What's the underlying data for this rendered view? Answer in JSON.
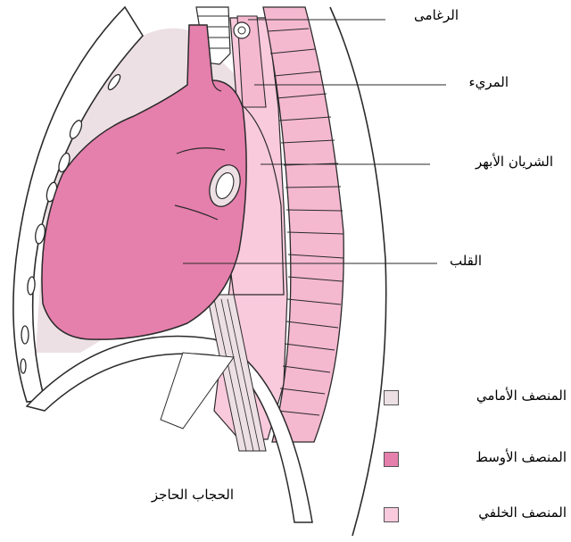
{
  "labels": {
    "trachea": "الرغامى",
    "esophagus": "المريء",
    "aorta": "الشريان الأبهر",
    "heart": "القلب",
    "diaphragm": "الحجاب الحاجز"
  },
  "legend": [
    {
      "label": "المنصف الأمامي",
      "color": "#ede0e4"
    },
    {
      "label": "المنصف الأوسط",
      "color": "#e57fac"
    },
    {
      "label": "المنصف الخلفي",
      "color": "#f9c9dc"
    }
  ],
  "colors": {
    "anterior": "#ede0e4",
    "middle": "#e57fac",
    "posterior": "#f9c9dc",
    "spine": "#f4b8cf",
    "outline": "#2a2a2a"
  }
}
